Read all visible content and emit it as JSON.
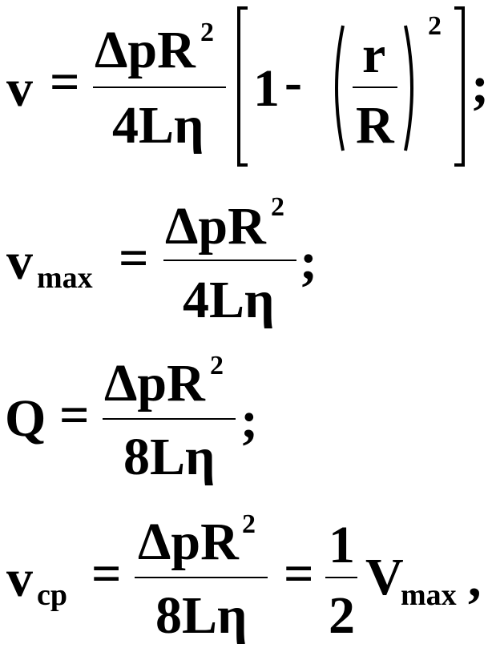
{
  "equations": {
    "eq1": {
      "lhs": "v",
      "equals": "=",
      "numerator": "ΔpR",
      "numerator_exp": "2",
      "denominator": "4Lη",
      "one": "1",
      "minus": "-",
      "inner_num": "r",
      "inner_den": "R",
      "inner_exp": "2",
      "end": ";"
    },
    "eq2": {
      "lhs": "v",
      "lhs_sub": "max",
      "equals": "=",
      "numerator": "ΔpR",
      "numerator_exp": "2",
      "denominator": "4Lη",
      "end": ";"
    },
    "eq3": {
      "lhs": "Q",
      "equals": "=",
      "numerator": "ΔpR",
      "numerator_exp": "2",
      "denominator": "8Lη",
      "end": ";"
    },
    "eq4": {
      "lhs": "v",
      "lhs_sub": "cp",
      "equals": "=",
      "numerator": "ΔpR",
      "numerator_exp": "2",
      "denominator": "8Lη",
      "equals2": "=",
      "half_num": "1",
      "half_den": "2",
      "rhs": "V",
      "rhs_sub": "max",
      "end": ","
    }
  }
}
